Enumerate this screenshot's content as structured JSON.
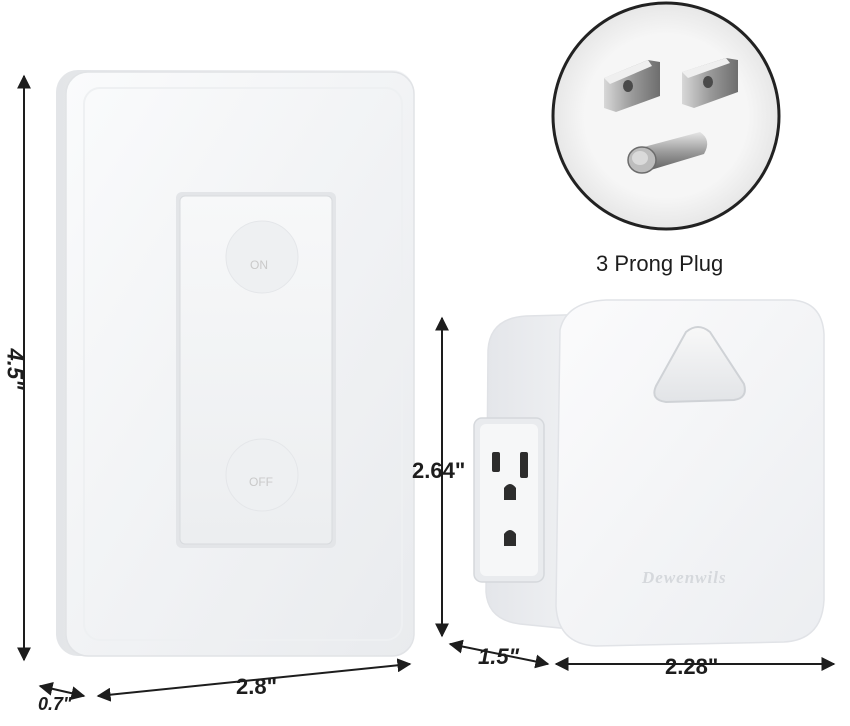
{
  "remote": {
    "on_label": "ON",
    "off_label": "OFF"
  },
  "plug": {
    "caption": "3 Prong Plug",
    "brand": "Dewenwils"
  },
  "dimensions": {
    "remote_height": "4.5\"",
    "remote_width": "2.8\"",
    "remote_depth": "0.7\"",
    "outlet_height": "2.64\"",
    "outlet_depth": "1.5\"",
    "outlet_width": "2.28\""
  }
}
